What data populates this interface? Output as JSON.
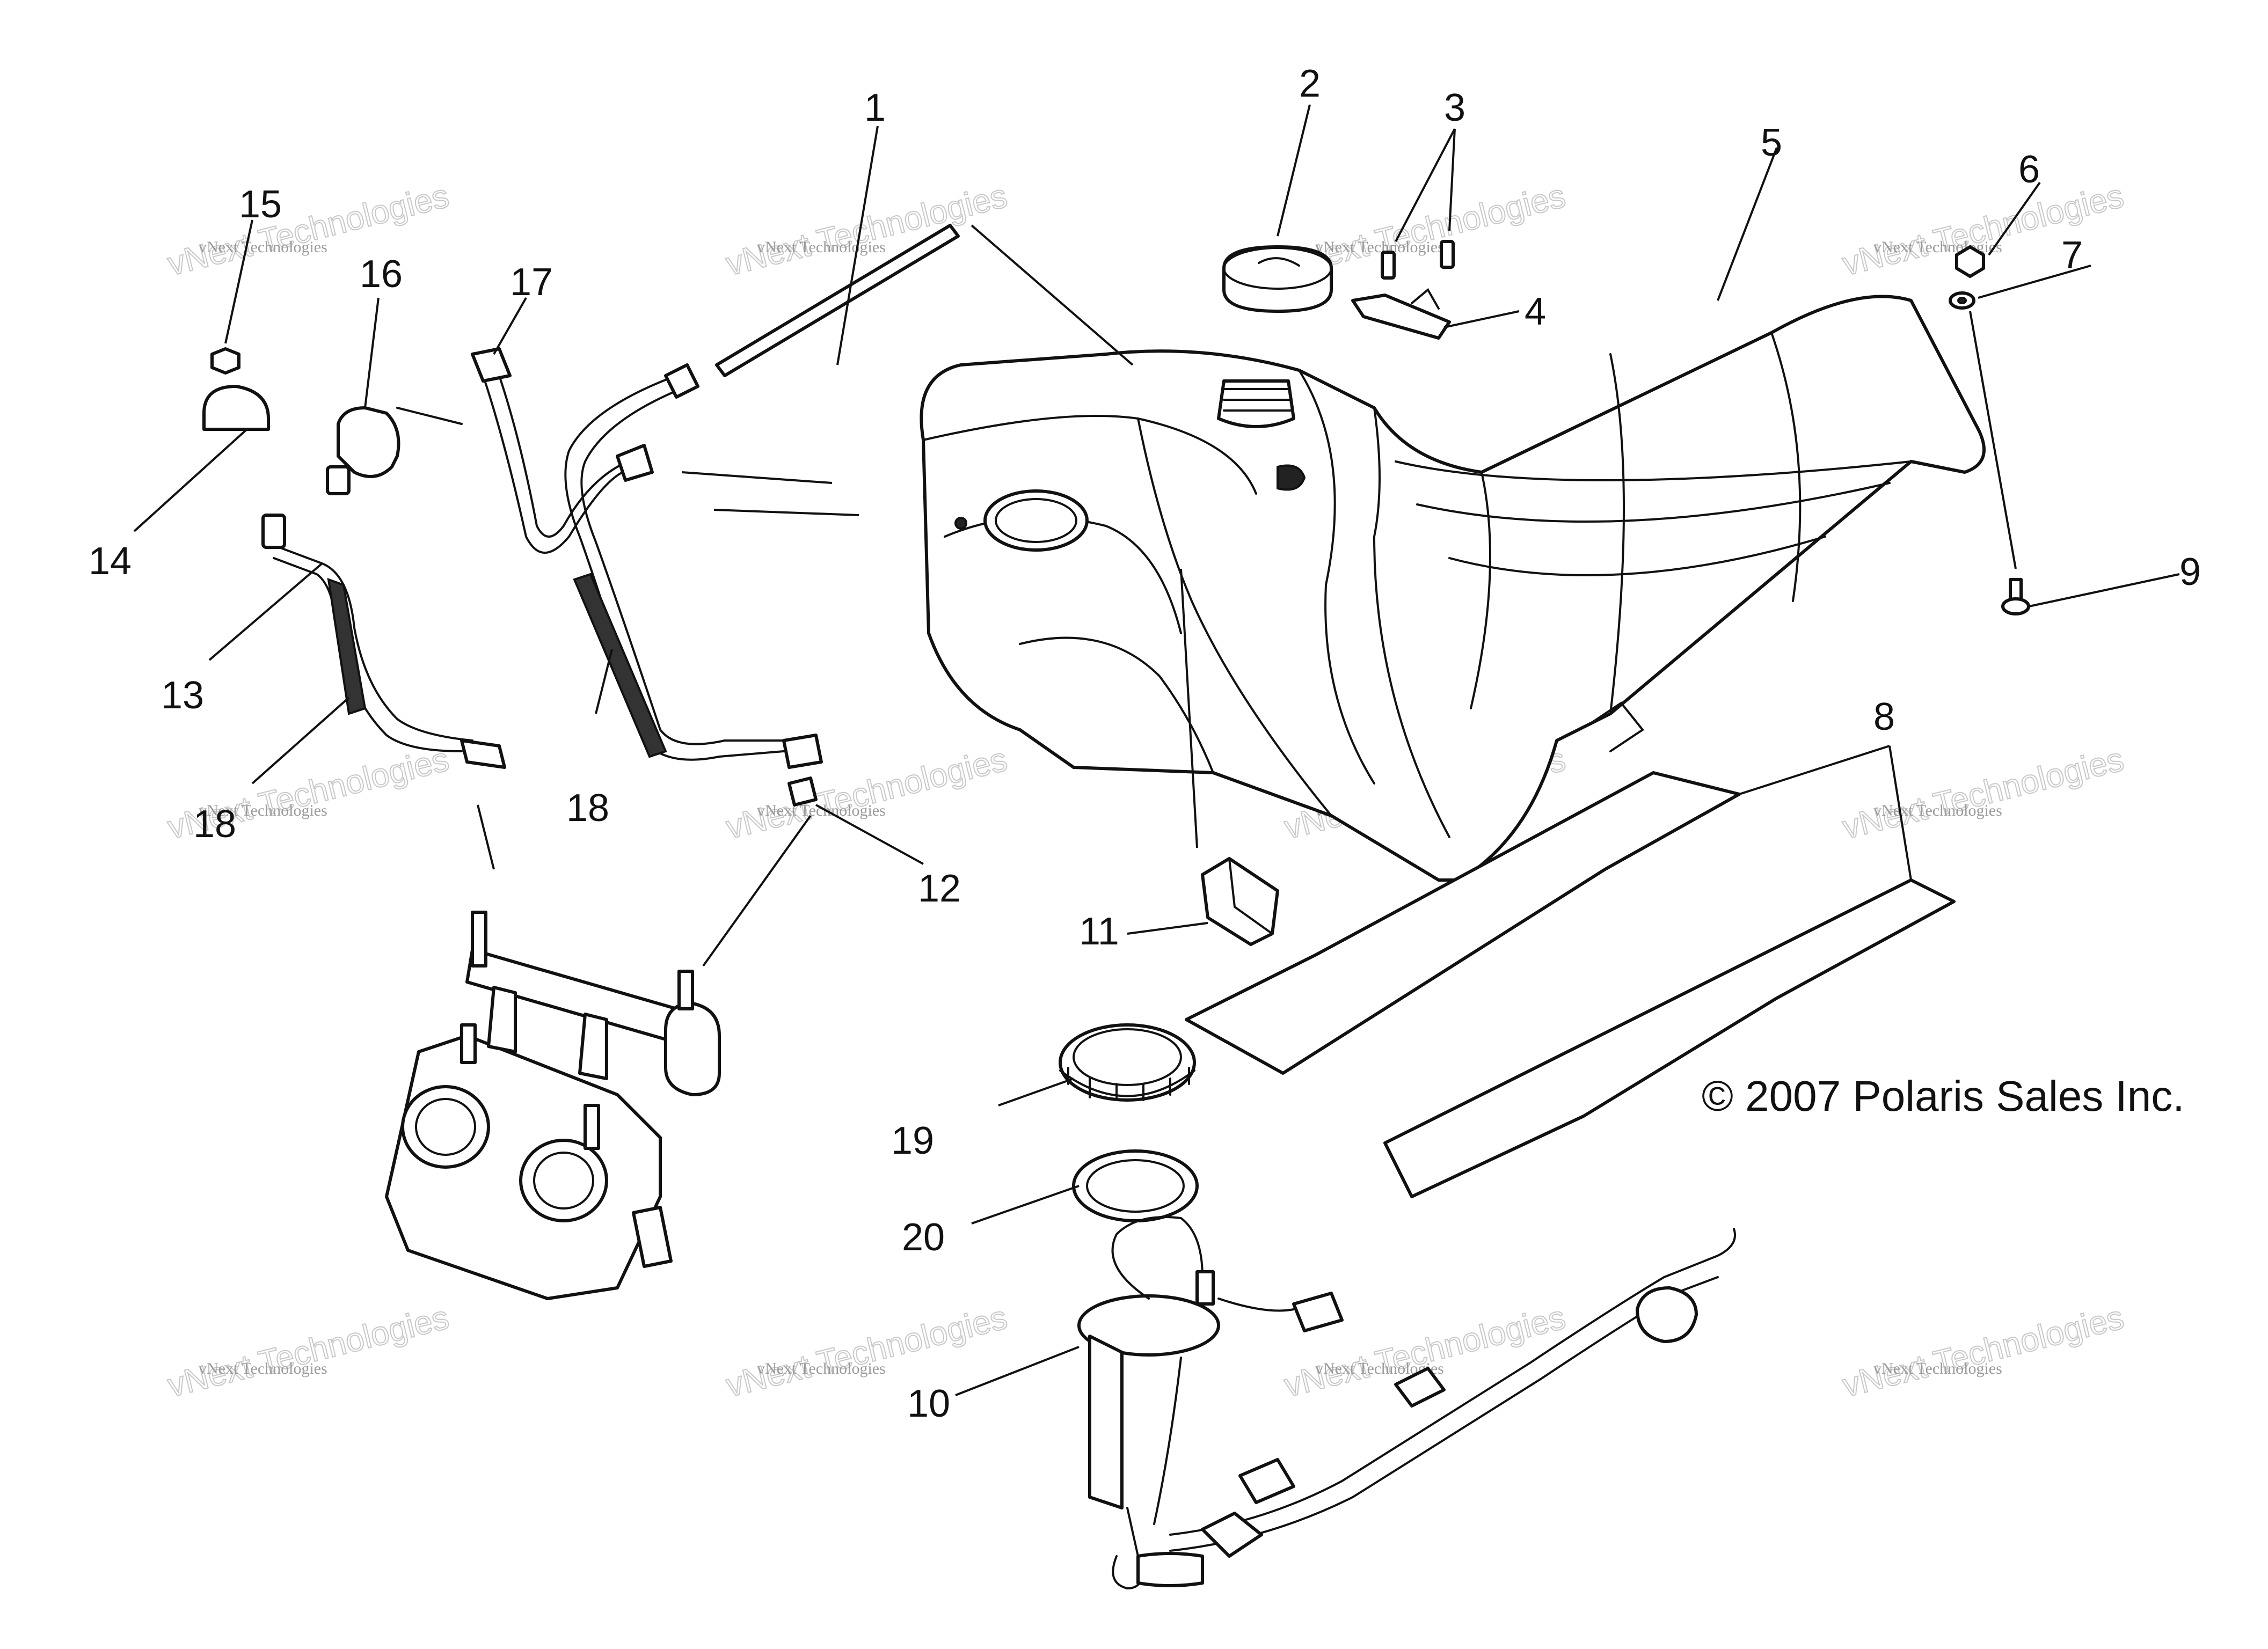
{
  "callouts": [
    "1",
    "2",
    "3",
    "4",
    "5",
    "6",
    "7",
    "8",
    "9",
    "10",
    "11",
    "12",
    "13",
    "14",
    "15",
    "16",
    "17",
    "18",
    "18",
    "19",
    "20"
  ],
  "copyright": "© 2007 Polaris Sales Inc.",
  "watermark": {
    "line1": "vNext Technologies",
    "line2": "vNext Technologies"
  },
  "colors": {
    "ink": "#111111",
    "paper": "#ffffff",
    "watermark": "#9a9a9a"
  }
}
